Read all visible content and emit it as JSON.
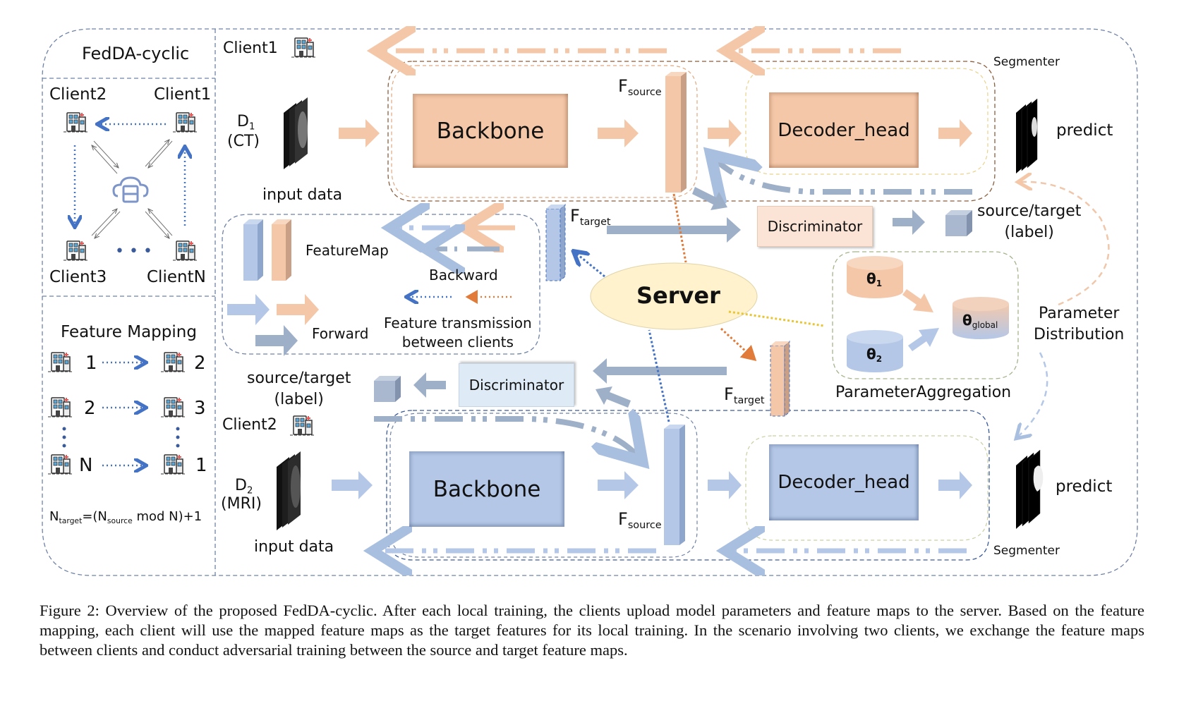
{
  "figure": {
    "title": "FedDA-cyclic",
    "caption": "Figure 2: Overview of the proposed FedDA-cyclic. After each local training, the clients upload model parameters and feature maps to the server. Based on the feature mapping, each client will use the mapped feature maps as the target features for its local training. In the scenario involving two clients, we exchange the feature maps between clients and conduct adversarial training between the source and target feature maps."
  },
  "colors": {
    "orange": "#f4c7a8",
    "blue": "#b4c7e7",
    "gray_blue": "#9eafc8",
    "server_fill": "#fff2cc",
    "dash_border": "#6f82a6",
    "orange_dots": "#e07b39",
    "blue_dots": "#4472c4",
    "yellow_dots": "#e8c534"
  },
  "sidebar": {
    "ring": {
      "clients": [
        "Client2",
        "Client1",
        "Client3",
        "ClientN"
      ],
      "ellipsis": "• • •",
      "center_icon": "cloud-server-icon"
    },
    "feature_mapping": {
      "title": "Feature Mapping",
      "rows": [
        {
          "from": "1",
          "to": "2"
        },
        {
          "from": "2",
          "to": "3"
        },
        {
          "from": "N",
          "to": "1"
        }
      ],
      "formula_prefix": "N",
      "formula_sub1": "target",
      "formula_mid": "=(N",
      "formula_sub2": "source",
      "formula_end": " mod N)+1"
    }
  },
  "client1": {
    "name": "Client1",
    "dataset": "D",
    "dataset_sub": "1",
    "modality": "(CT)",
    "input_label": "input data",
    "backbone": "Backbone",
    "fsource": "F",
    "fsource_sub": "source",
    "decoder": "Decoder_head",
    "segmenter": "Segmenter",
    "predict": "predict",
    "ftarget": "F",
    "ftarget_sub": "target",
    "discriminator": "Discriminator",
    "label_line1": "source/target",
    "label_line2": "(label)"
  },
  "client2": {
    "name": "Client2",
    "dataset": "D",
    "dataset_sub": "2",
    "modality": "(MRI)",
    "input_label": "input data",
    "backbone": "Backbone",
    "fsource": "F",
    "fsource_sub": "source",
    "decoder": "Decoder_head",
    "segmenter": "Segmenter",
    "predict": "predict",
    "ftarget": "F",
    "ftarget_sub": "target",
    "discriminator": "Discriminator",
    "label_line1": "source/target",
    "label_line2": "(label)"
  },
  "legend": {
    "feature_map": "FeatureMap",
    "backward": "Backward",
    "forward": "Forward",
    "transmission_line1": "Feature transmission",
    "transmission_line2": "between clients"
  },
  "server": {
    "label": "Server",
    "aggregation_label": "ParameterAggregation",
    "theta": "θ",
    "theta1_sub": "1",
    "theta2_sub": "2",
    "global_sub": "global",
    "distribution_line1": "Parameter",
    "distribution_line2": "Distribution"
  }
}
